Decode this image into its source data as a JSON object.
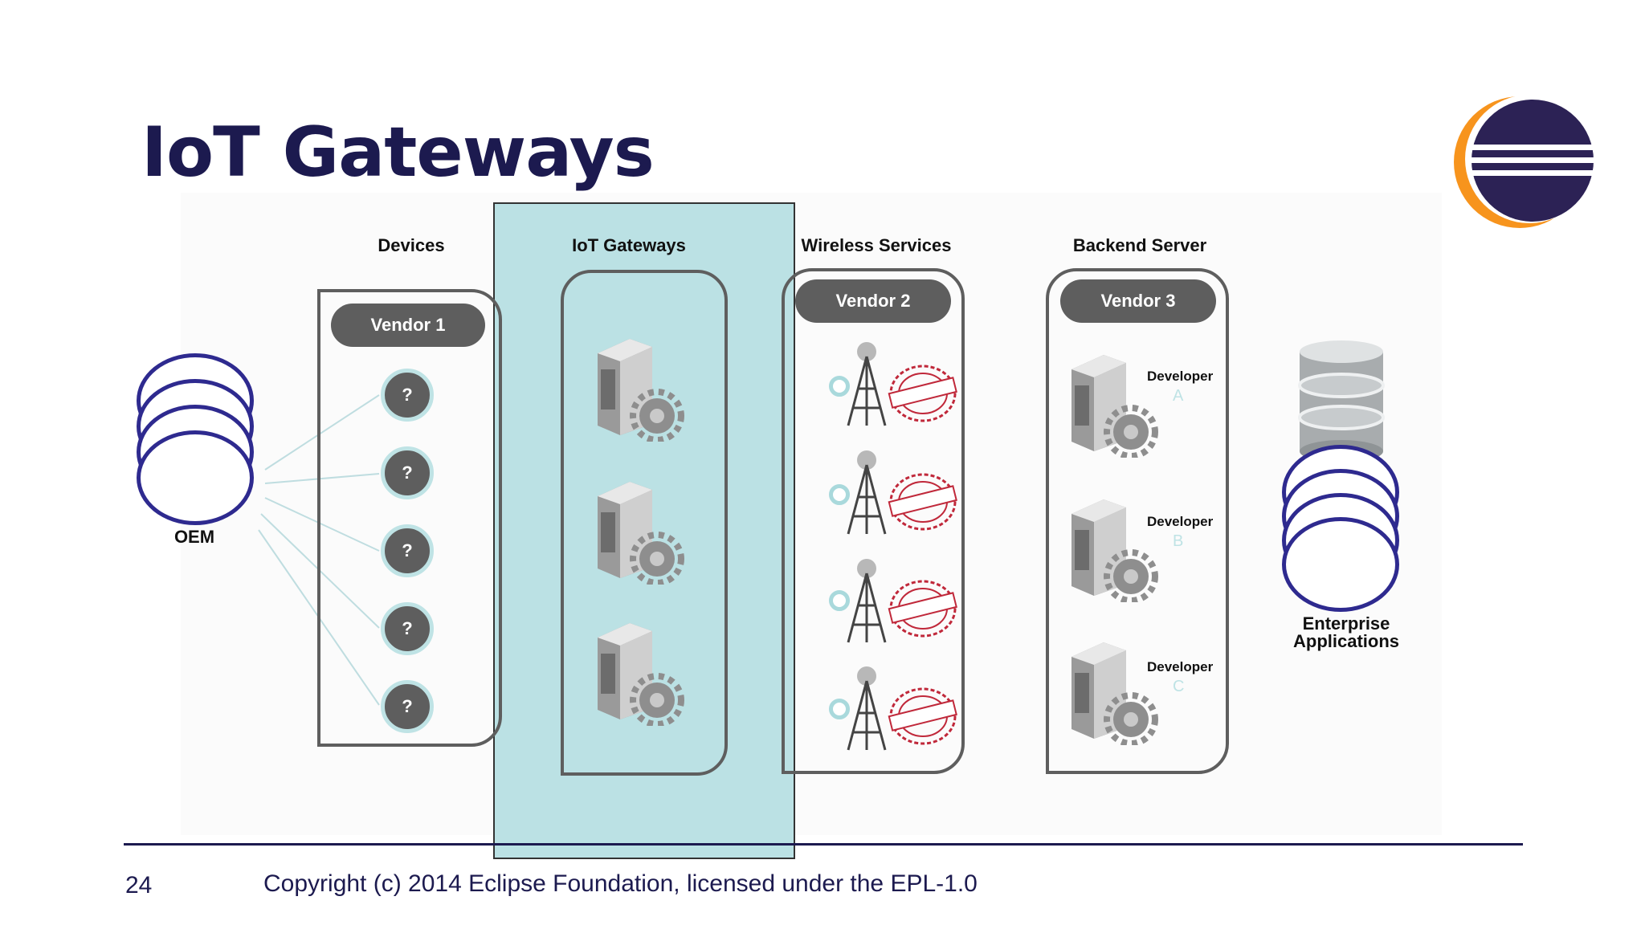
{
  "slide": {
    "title": "IoT Gateways",
    "page_number": "24",
    "copyright": "Copyright (c) 2014 Eclipse Foundation, licensed under the EPL-1.0"
  },
  "columns": {
    "devices": "Devices",
    "gateways": "IoT Gateways",
    "wireless": "Wireless Services",
    "backend": "Backend Server"
  },
  "oem": {
    "label": "OEM"
  },
  "devices": {
    "vendor": "Vendor 1",
    "nodes": [
      "?",
      "?",
      "?",
      "?",
      "?"
    ]
  },
  "wireless": {
    "vendor": "Vendor 2"
  },
  "backend": {
    "vendor": "Vendor 3",
    "developers": [
      {
        "label": "Developer",
        "letter": "A"
      },
      {
        "label": "Developer",
        "letter": "B"
      },
      {
        "label": "Developer",
        "letter": "C"
      }
    ]
  },
  "enterprise": {
    "label_line1": "Enterprise",
    "label_line2": "Applications"
  },
  "colors": {
    "title": "#1c1a4f",
    "highlight": "#bbe1e4",
    "panel_border": "#5e5e5e",
    "ellipse_border": "#2e2a8f",
    "node_ring": "#bfe3e5",
    "stamp": "#c0283a"
  },
  "icons": [
    "eclipse-logo-icon",
    "server-gear-icon",
    "antenna-tower-icon",
    "certified-stamp-icon",
    "database-icon"
  ]
}
